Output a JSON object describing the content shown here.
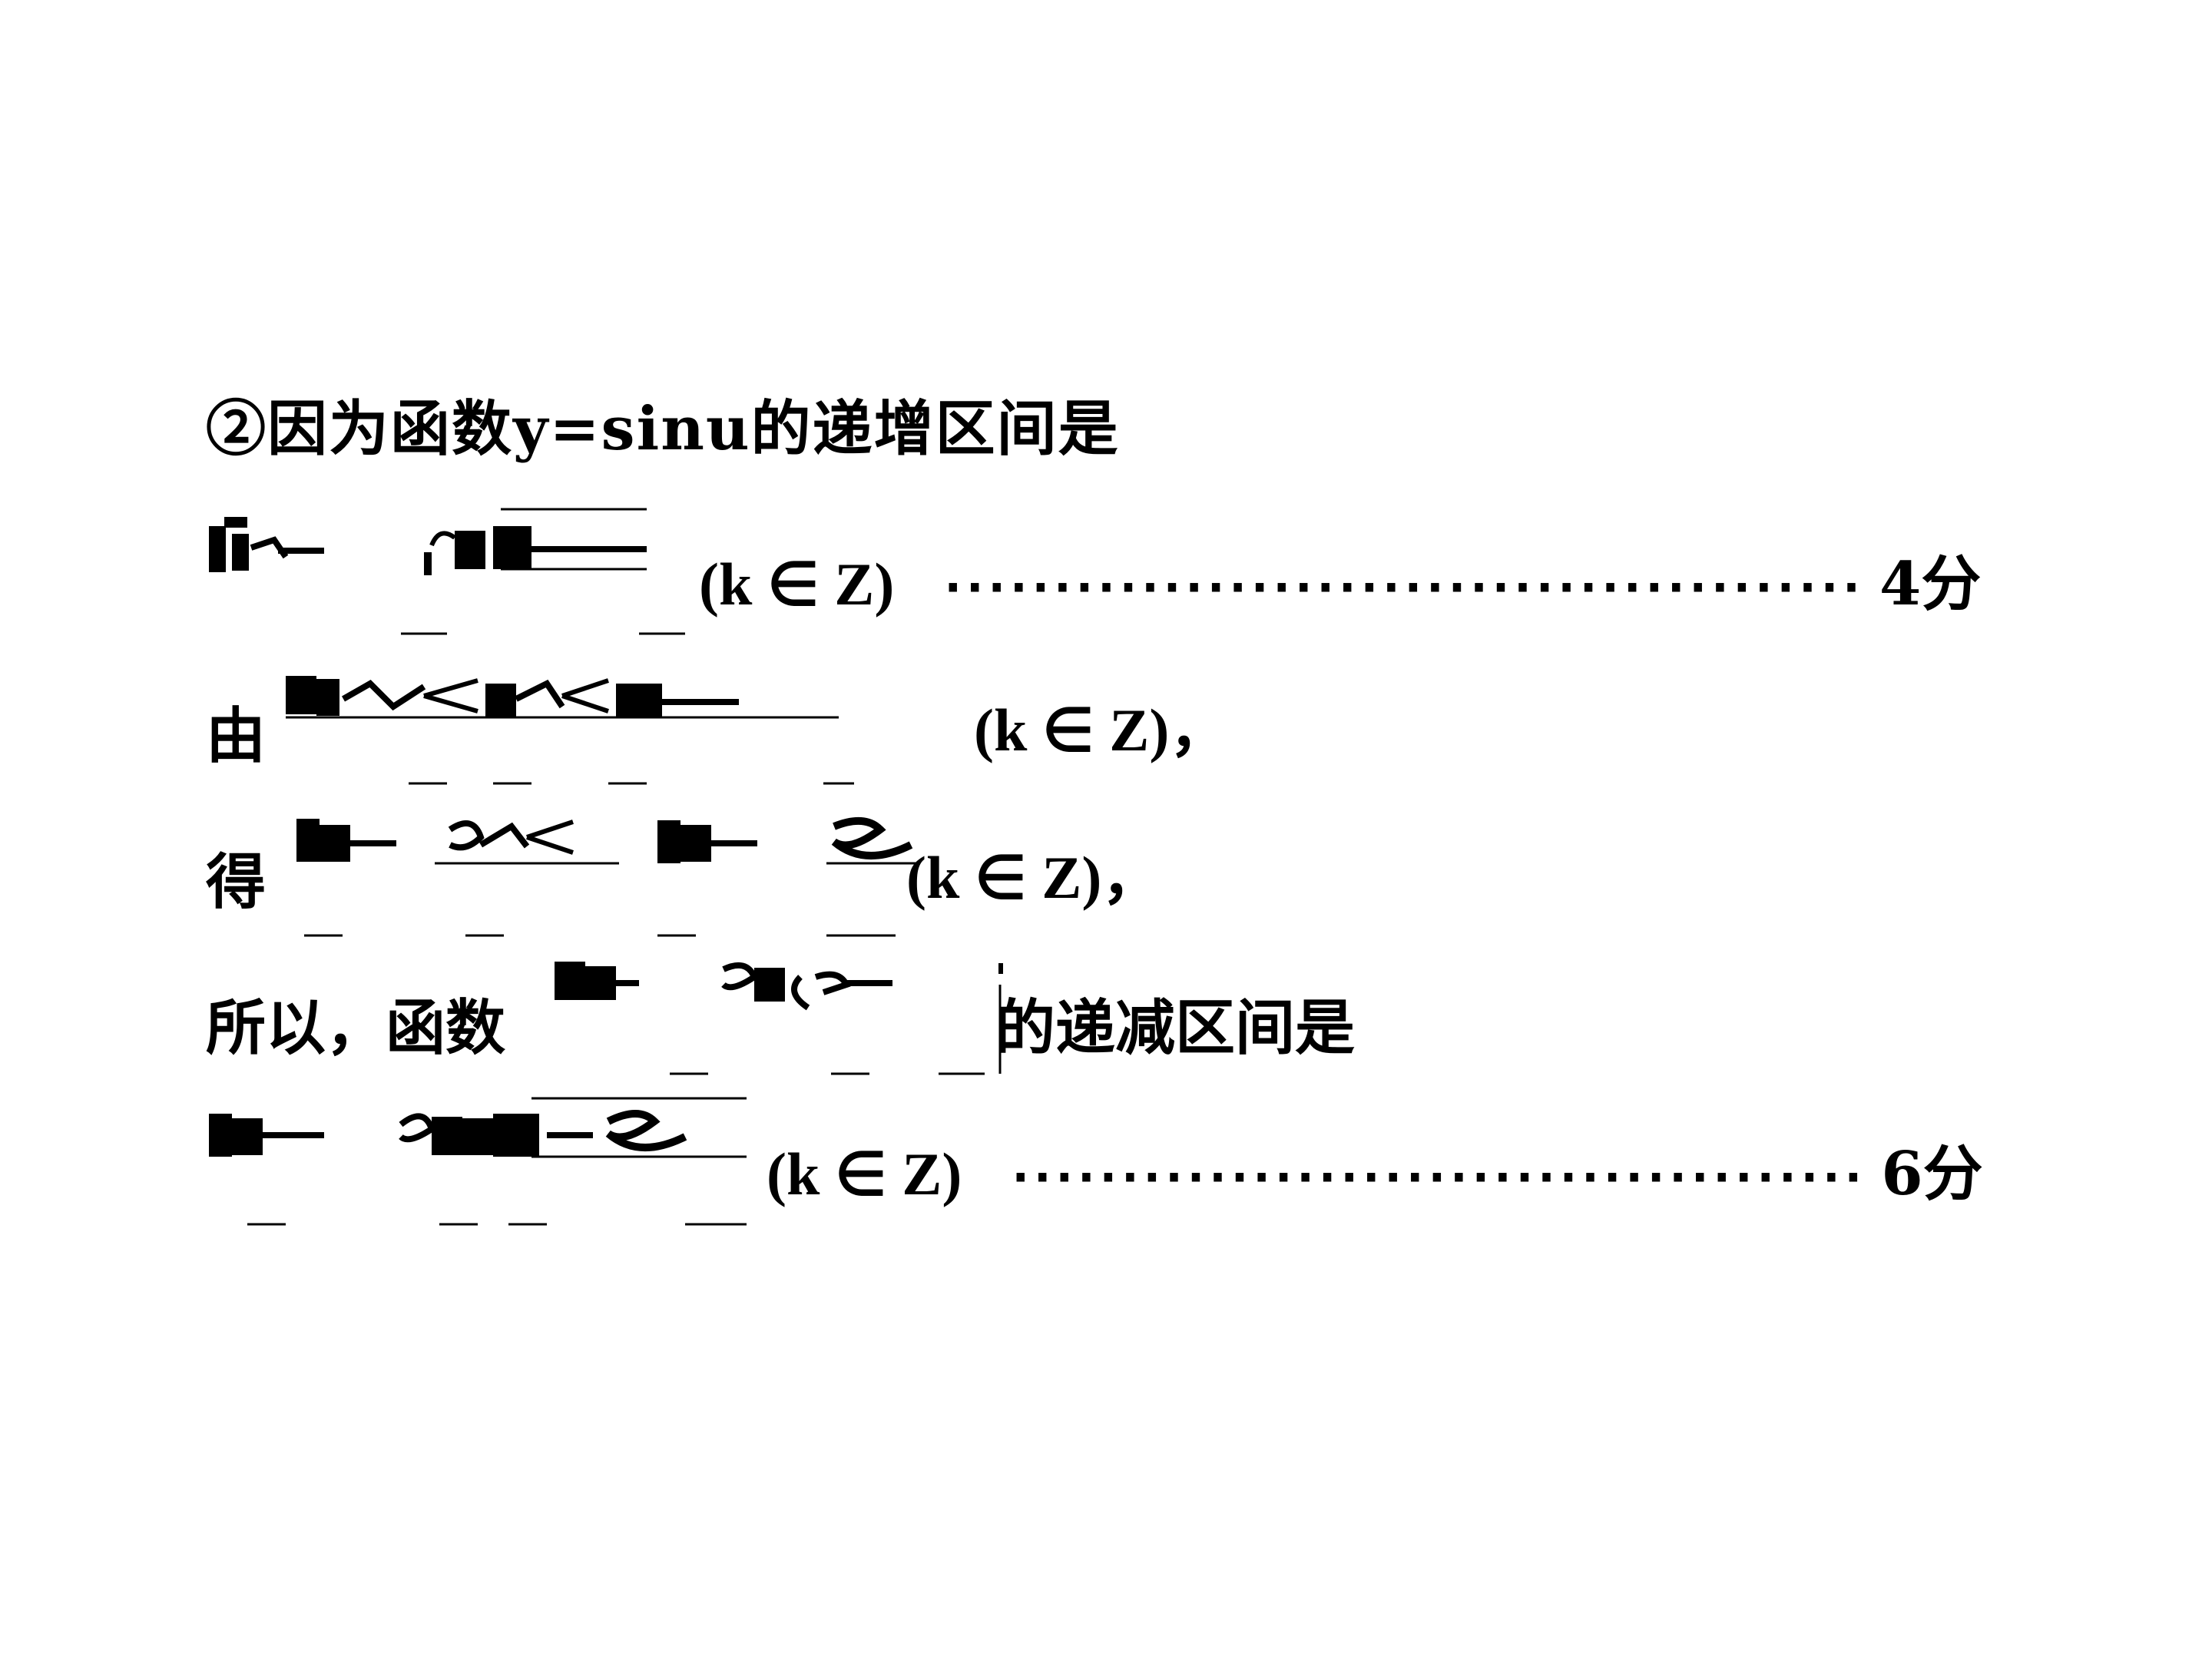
{
  "lines": {
    "l1": "②因为函数y=sinu的递增区间是",
    "l2_paren": "(k ∈ Z)",
    "l2_dots": "··········································",
    "l2_score": "4分",
    "l3_lead": "由",
    "l3_paren": "(k ∈ Z)，",
    "l4_lead": "得",
    "l4_paren": "(k ∈ Z)，",
    "l5_lead": "所以，函数",
    "l5_tail": "的递减区间是",
    "l6_paren": "(k ∈ Z)",
    "l6_dots": "·······································",
    "l6_score": "6分"
  },
  "formula_images": [
    "increasing-interval-formula",
    "inequality-formula",
    "solved-inequality-formula",
    "function-formula",
    "decreasing-interval-formula"
  ]
}
